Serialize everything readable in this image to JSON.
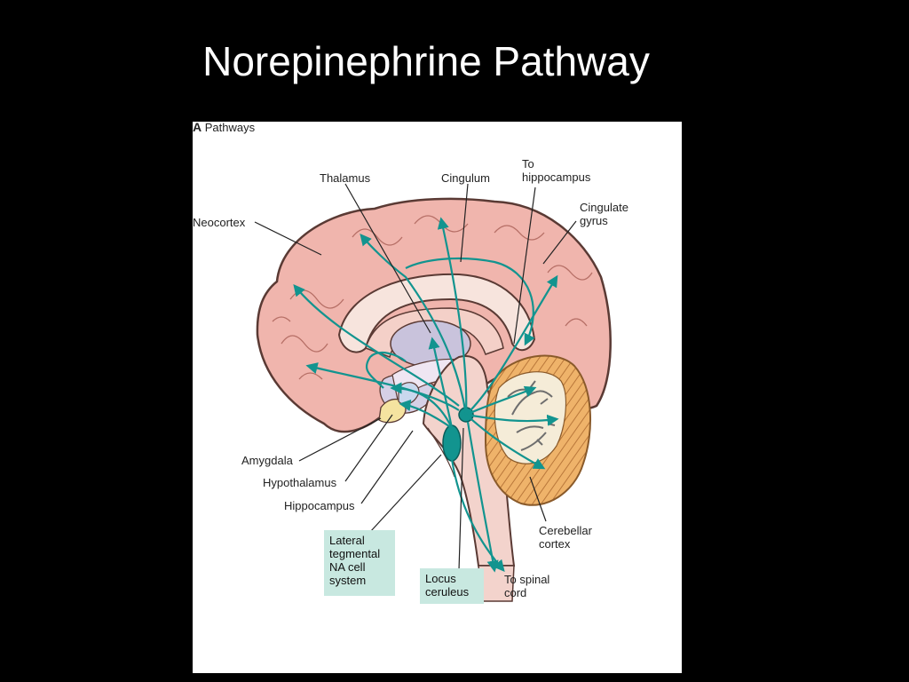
{
  "slide": {
    "title": "Norepinephrine Pathway",
    "background": "#000000"
  },
  "figure": {
    "panel_letter": "A",
    "panel_title": "Pathways",
    "labels": {
      "thalamus": "Thalamus",
      "cingulum": "Cingulum",
      "to_hippocampus": "To\nhippocampus",
      "neocortex": "Neocortex",
      "cingulate_gyrus": "Cingulate\ngyrus",
      "amygdala": "Amygdala",
      "hypothalamus": "Hypothalamus",
      "hippocampus": "Hippocampus",
      "cerebellar_cortex": "Cerebellar\ncortex",
      "to_spinal_cord": "To spinal\ncord"
    },
    "boxes": {
      "lateral_tegmental": "Lateral\ntegmental\nNA cell\nsystem",
      "locus_ceruleus": "Locus\nceruleus"
    },
    "colors": {
      "pathway": "#12948f",
      "cortex": "#f0b5ad",
      "cortex_outline": "#5a3a34",
      "box_fill": "#c8e8e0",
      "cerebellum": "#e8a65a",
      "brainstem": "#f3d3cc",
      "thalamus": "#c9c3dc"
    }
  }
}
